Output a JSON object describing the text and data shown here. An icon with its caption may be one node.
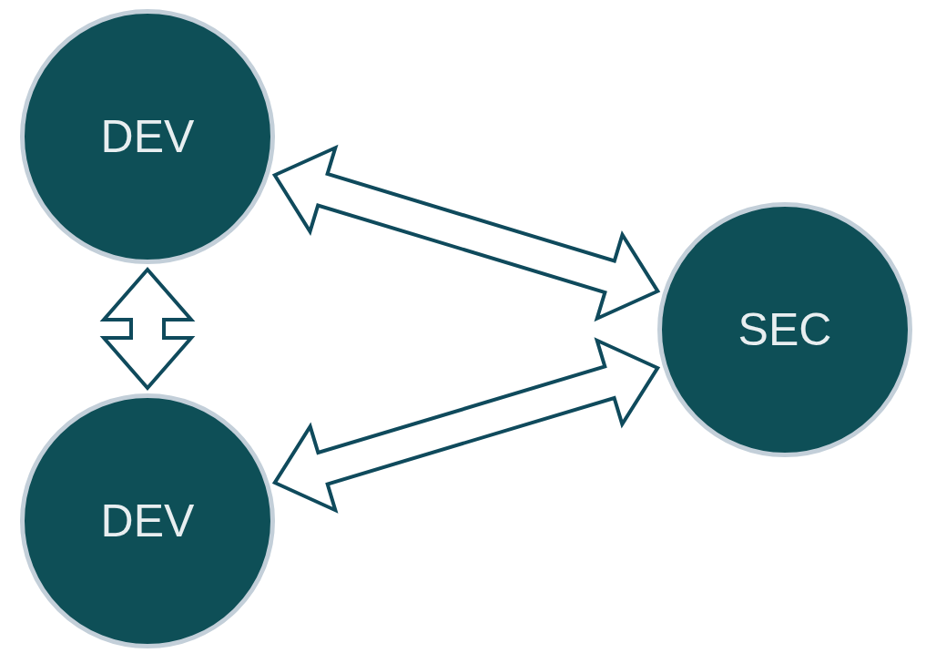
{
  "diagram": {
    "nodes": [
      {
        "text": [
          "DEV"
        ]
      },
      {
        "text": [
          "DEV"
        ]
      },
      {
        "text": [
          "SEC"
        ]
      }
    ],
    "edges": [
      {
        "from": 0,
        "to": 2,
        "arrow": "both"
      },
      {
        "from": 0,
        "to": 1,
        "arrow": "both"
      },
      {
        "from": 1,
        "to": 2,
        "arrow": "both"
      }
    ]
  }
}
